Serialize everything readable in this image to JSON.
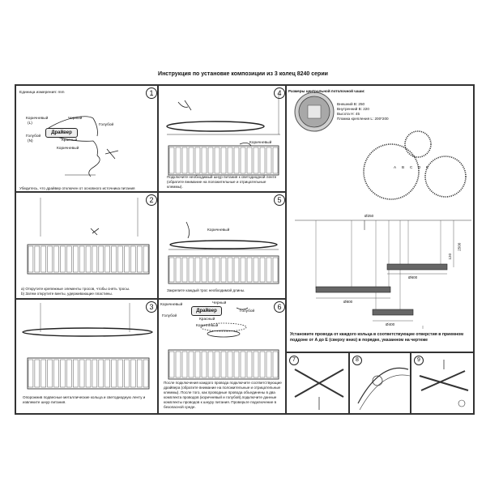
{
  "title": "Инструкция по установке композиции из 3 колец 8240 серии",
  "panel1": {
    "units": "Единица измерения: mm",
    "number": "1",
    "black": "Черный",
    "blue": "Голубой",
    "brown": "Коричневый",
    "red": "Красный",
    "driver": "Драйвер",
    "b_minus": "(-)",
    "n": "(N)",
    "l": "(L)",
    "note": "Убедитесь, что драйвер отключен от основного источника питания"
  },
  "panel2": {
    "number": "2",
    "note_a": "a) Открутите крепежные элементы тросов, чтобы снять тросы.",
    "note_b": "b) Затем открутите винты, удерживающие пластины."
  },
  "panel3": {
    "number": "3",
    "note": "Опорожнив подвесные металлические кольца и светодиодную ленту и извлеките шнур питания."
  },
  "panel4": {
    "number": "4",
    "brown": "Коричневый",
    "note": "Подключите необходимый шнур питания к светодиодной ленте (обратите внимание на положительные и отрицательные клеммы)."
  },
  "panel5": {
    "number": "5",
    "brown": "Коричневый",
    "note": "Закрепите каждый трос необходимой длины."
  },
  "panel6": {
    "number": "6",
    "brown": "Коричневый",
    "black": "Черный",
    "blue": "Голубой",
    "red": "Красный",
    "driver": "Драйвер",
    "note": "После подключения каждого провода подключите соответствующие драйвера (обратите внимание на положительные и отрицательные клеммы). После того, как проводные провода объединены в два комплекта проводов (коричневый и голубой),подключите данные комплекты проводов к шнуру питания. Проверьте подключение в безопасной среде."
  },
  "specs": {
    "heading": "Размеры центральной потолочной чаши:",
    "outer_label": "Внешний",
    "outer_value": "В: 250",
    "inner_label": "Внутренний",
    "inner_value": "В: 220",
    "height_label": "Высота",
    "height_value": "Н: 45",
    "plate": "Пламка крепления L: 200*200",
    "d250": "Ø250",
    "d800": "Ø800",
    "d600": "Ø600",
    "d400": "Ø400",
    "h2500": "2500",
    "h120": "120",
    "rings": [
      {
        "letter": "A"
      },
      {
        "letter": "B"
      },
      {
        "letter": "C"
      },
      {
        "letter": "D"
      },
      {
        "letter": "E"
      }
    ],
    "note": "Установите провода от каждого кольца в соответствующие отверстия в приемном поддоне от A до E (сверху вниз) в порядке, указанном на чертеже"
  },
  "bottom": {
    "n7": "7",
    "n8": "8",
    "n9": "9"
  },
  "colors": {
    "line": "#222222",
    "ring": "#333333",
    "panel_border": "#333333"
  }
}
